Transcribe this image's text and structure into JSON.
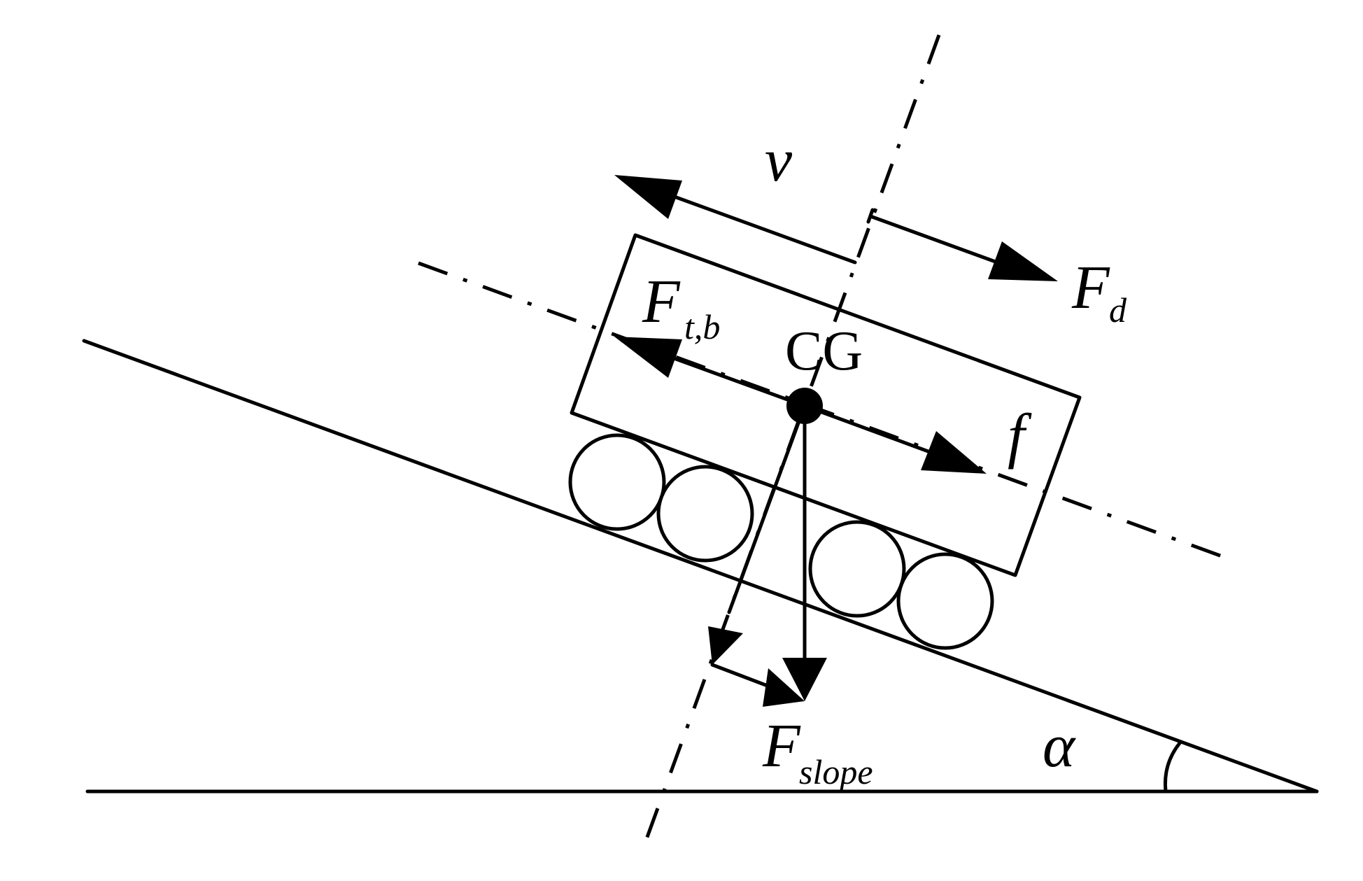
{
  "labels": {
    "velocity": "v",
    "drag_main": "F",
    "drag_sub": "d",
    "traction_main": "F",
    "traction_sub": "t,b",
    "center_of_gravity": "CG",
    "rolling_resistance": "f",
    "slope_force_main": "F",
    "slope_force_sub": "slope",
    "angle": "α"
  }
}
